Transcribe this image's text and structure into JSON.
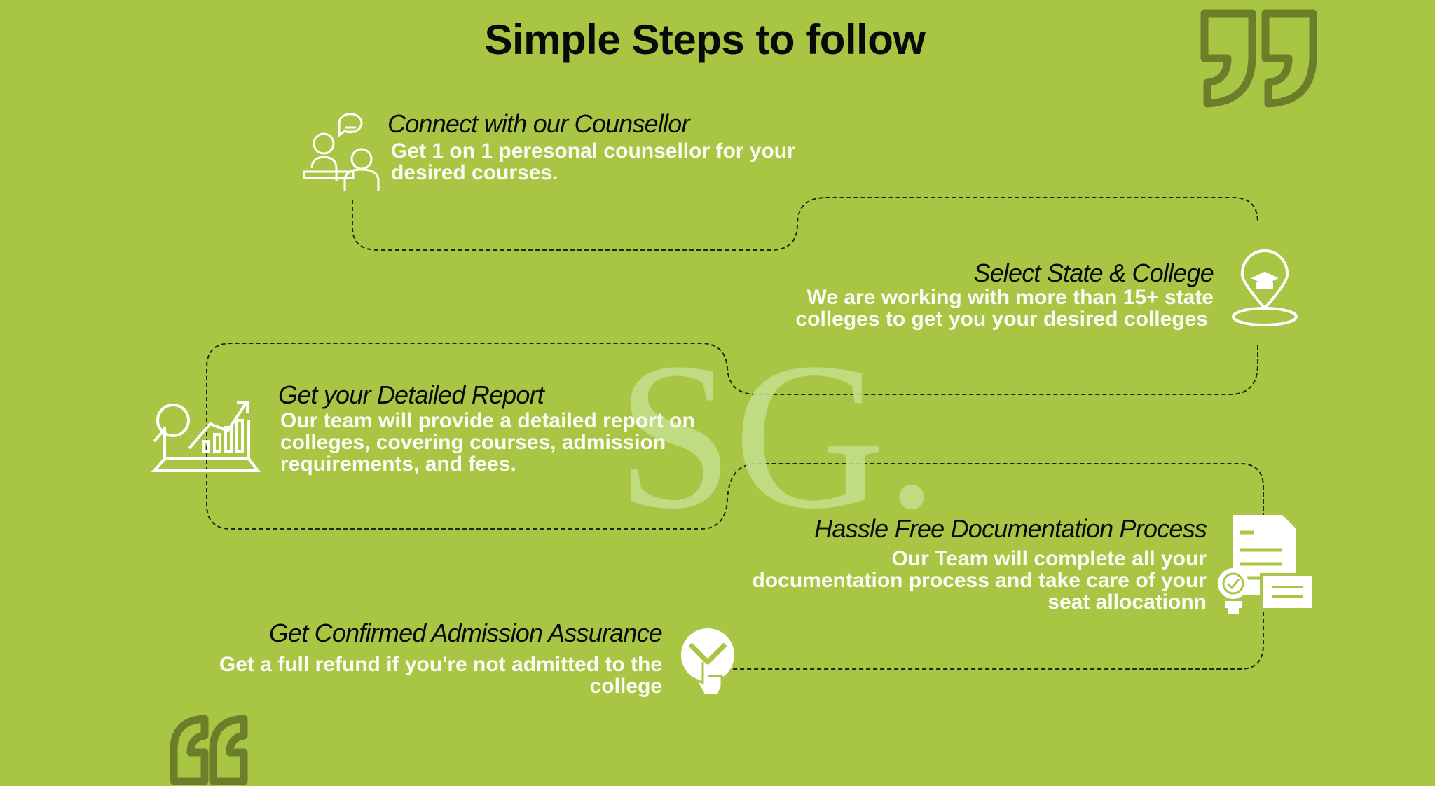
{
  "title": "Simple Steps to follow",
  "watermark": "SG.",
  "colors": {
    "background": "#a8c644",
    "quote": "#6b7f2a",
    "heading": "#0a0a0a",
    "text": "#ffffff"
  },
  "steps": [
    {
      "icon": "counsellor-icon",
      "title": "Connect with our Counsellor",
      "desc": [
        "Get 1 on 1 peresonal counsellor for your",
        "desired courses."
      ]
    },
    {
      "icon": "location-graduation-icon",
      "title": "Select State &  College",
      "desc": [
        "We are working with more than 15+ state",
        "colleges to get you your desired colleges"
      ]
    },
    {
      "icon": "report-chart-icon",
      "title": "Get your Detailed Report",
      "desc": [
        "Our team will provide a detailed report on",
        "colleges, covering courses, admission",
        "requirements, and fees."
      ]
    },
    {
      "icon": "documents-icon",
      "title": "Hassle Free Documentation Process",
      "desc": [
        "Our Team will complete all your",
        "documentation process and take care of your",
        "seat allocationn"
      ]
    },
    {
      "icon": "check-hand-icon",
      "title": "Get Confirmed Admission Assurance",
      "desc": [
        "Get a full refund if you're not admitted to the",
        "college"
      ]
    }
  ]
}
